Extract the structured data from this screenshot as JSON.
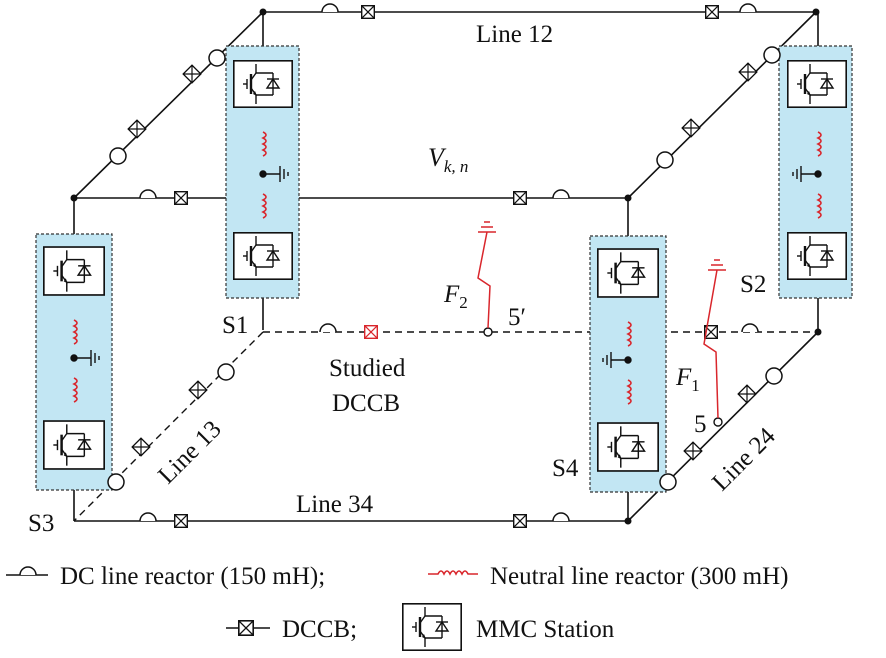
{
  "colors": {
    "wire": "#111111",
    "station_fill": "#c2e6f3",
    "station_border": "#333333",
    "neutral_reactor": "#d9262c",
    "fault": "#d9262c",
    "studied_dccb": "#d9262c"
  },
  "labels": {
    "line12": "Line 12",
    "line13": "Line 13",
    "line24": "Line 24",
    "line34": "Line 34",
    "vkn_main": "V",
    "vkn_sub": "k, n",
    "s1": "S1",
    "s2": "S2",
    "s3": "S3",
    "s4": "S4",
    "f1_main": "F",
    "f1_sub": "1",
    "f2_main": "F",
    "f2_sub": "2",
    "node5": "5",
    "node5p": "5′",
    "studied_line1": "Studied",
    "studied_line2": "DCCB"
  },
  "legend": {
    "dc_reactor": "DC line reactor (150 mH);",
    "neutral_reactor": "Neutral line reactor (300 mH)",
    "dccb": "DCCB;",
    "mmc": "MMC Station"
  },
  "icons": [
    "dc-line-reactor-icon",
    "neutral-line-reactor-icon",
    "dccb-icon",
    "mmc-station-icon",
    "ground-icon",
    "fault-icon"
  ]
}
